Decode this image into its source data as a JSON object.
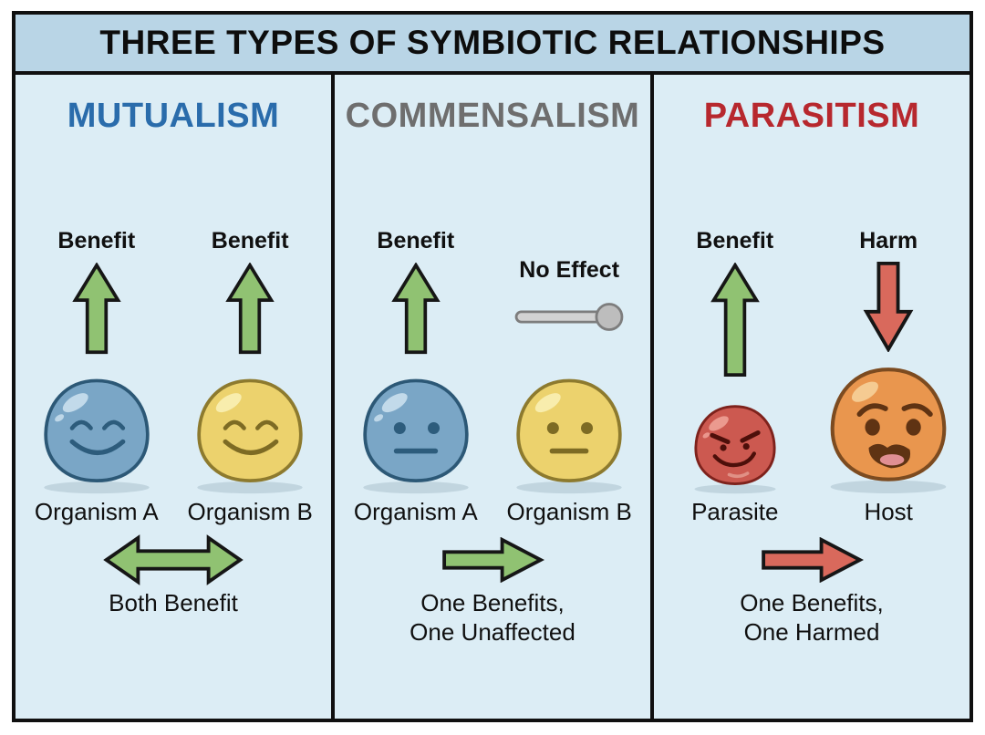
{
  "title": "THREE TYPES OF SYMBIOTIC RELATIONSHIPS",
  "colors": {
    "title_band_bg": "#b9d5e6",
    "panel_bg": "#dcedf5",
    "frame_border": "#101010",
    "mutualism_heading": "#2a6cab",
    "commensalism_heading": "#6e6e6e",
    "parasitism_heading": "#b7282e",
    "benefit_arrow_green": "#90c272",
    "harm_arrow_red": "#d9695c",
    "no_effect_gray": "#c6c6c6",
    "organism_blue": "#7aa6c6",
    "organism_yellow": "#ecd26d",
    "organism_red": "#cc5950",
    "organism_orange": "#e9964e"
  },
  "columns": [
    {
      "heading": "MUTUALISM",
      "units": [
        {
          "effect": "Benefit",
          "indicator": "green-up-arrow",
          "organism_icon": "blue-happy-blob",
          "name": "Organism A"
        },
        {
          "effect": "Benefit",
          "indicator": "green-up-arrow",
          "organism_icon": "yellow-happy-blob",
          "name": "Organism B"
        }
      ],
      "relation_indicator": "green-double-arrow",
      "caption": [
        "Both Benefit"
      ]
    },
    {
      "heading": "COMMENSALISM",
      "units": [
        {
          "effect": "Benefit",
          "indicator": "green-up-arrow",
          "organism_icon": "blue-neutral-blob",
          "name": "Organism A"
        },
        {
          "effect": "No Effect",
          "indicator": "gray-flat-line",
          "organism_icon": "yellow-neutral-blob",
          "name": "Organism B"
        }
      ],
      "relation_indicator": "green-right-arrow",
      "caption": [
        "One Benefits,",
        "One Unaffected"
      ]
    },
    {
      "heading": "PARASITISM",
      "units": [
        {
          "effect": "Benefit",
          "indicator": "green-up-arrow",
          "organism_icon": "red-evil-blob",
          "name": "Parasite"
        },
        {
          "effect": "Harm",
          "indicator": "red-down-arrow",
          "organism_icon": "orange-worried-blob",
          "name": "Host"
        }
      ],
      "relation_indicator": "red-right-arrow",
      "caption": [
        "One Benefits,",
        "One Harmed"
      ]
    }
  ]
}
